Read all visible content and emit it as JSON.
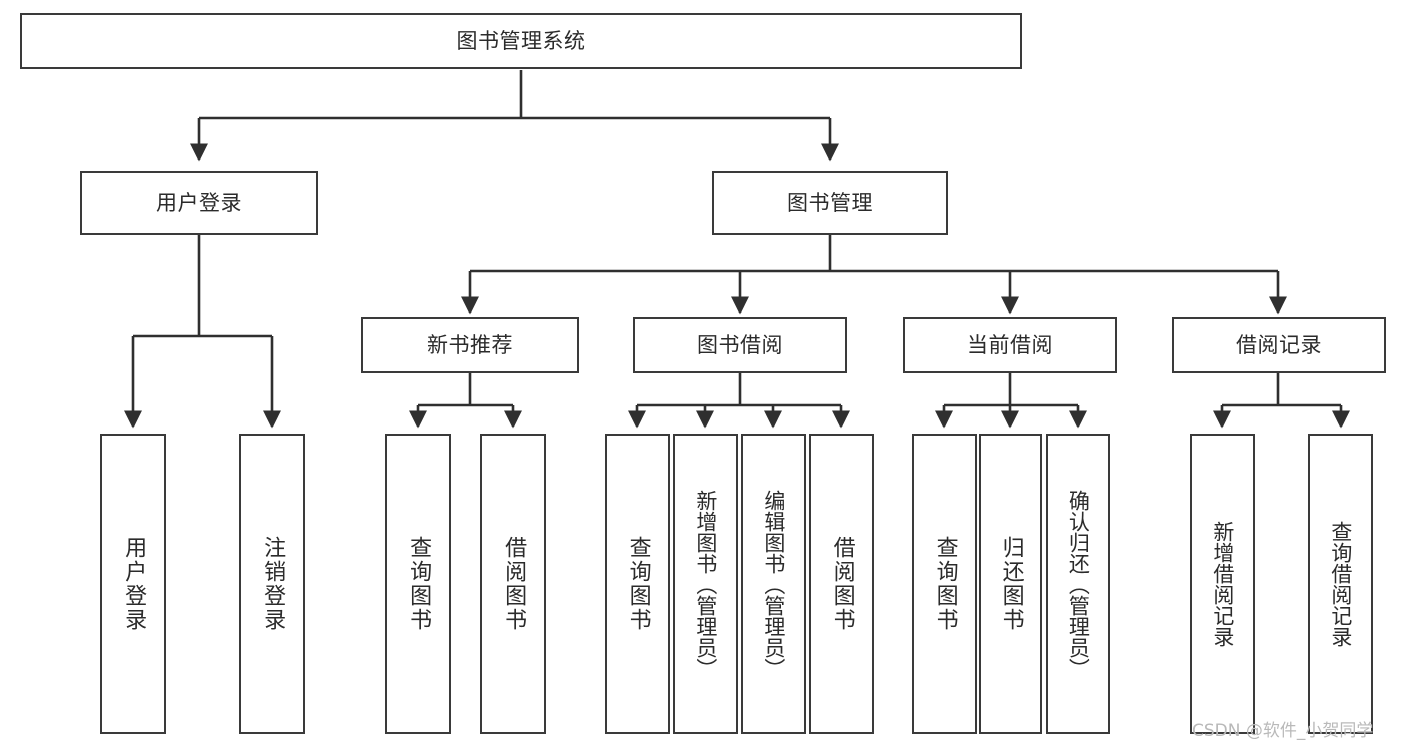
{
  "diagram": {
    "type": "tree-hierarchy",
    "title": "图书管理系统",
    "orientation": "top-down",
    "colors": {
      "box_border": "#3a3a3a",
      "box_fill": "#ffffff",
      "connector": "#2f2f2f",
      "text": "#2b2b2b",
      "watermark": "#b9b9b9",
      "background": "#ffffff"
    },
    "root": {
      "label": "图书管理系统"
    },
    "level2": [
      {
        "label": "用户登录"
      },
      {
        "label": "图书管理"
      }
    ],
    "level3": [
      {
        "label": "新书推荐"
      },
      {
        "label": "图书借阅"
      },
      {
        "label": "当前借阅"
      },
      {
        "label": "借阅记录"
      }
    ],
    "leaves": [
      {
        "label": "用户登录",
        "parent": "用户登录"
      },
      {
        "label": "注销登录",
        "parent": "用户登录"
      },
      {
        "label": "查询图书",
        "parent": "新书推荐"
      },
      {
        "label": "借阅图书",
        "parent": "新书推荐"
      },
      {
        "label": "查询图书",
        "parent": "图书借阅"
      },
      {
        "label": "新增图书（管理员）",
        "parent": "图书借阅"
      },
      {
        "label": "编辑图书（管理员）",
        "parent": "图书借阅"
      },
      {
        "label": "借阅图书",
        "parent": "图书借阅"
      },
      {
        "label": "查询图书",
        "parent": "当前借阅"
      },
      {
        "label": "归还图书",
        "parent": "当前借阅"
      },
      {
        "label": "确认归还（管理员）",
        "parent": "当前借阅"
      },
      {
        "label": "新增借阅记录",
        "parent": "借阅记录"
      },
      {
        "label": "查询借阅记录",
        "parent": "借阅记录"
      }
    ]
  },
  "watermark": {
    "text": "CSDN @软件_小贺同学"
  }
}
